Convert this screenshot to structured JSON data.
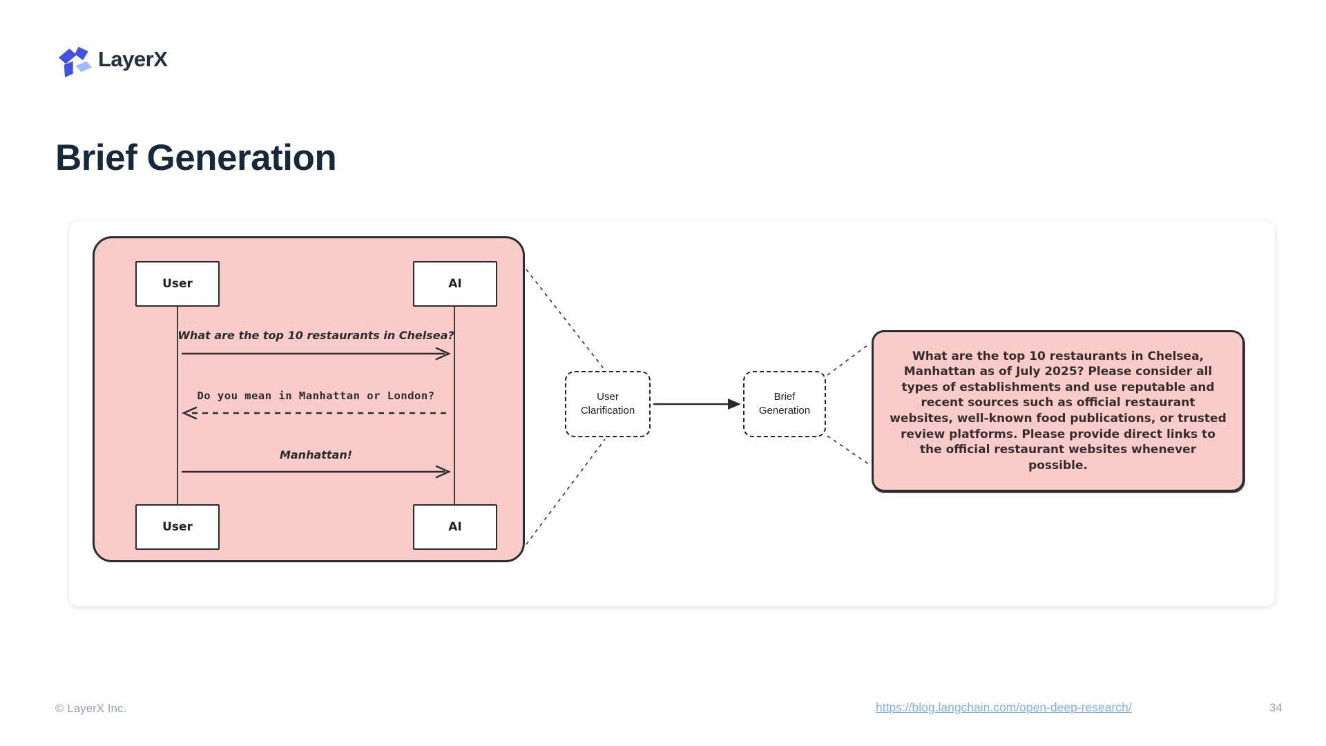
{
  "header": {
    "logo_text": "LayerX"
  },
  "slide": {
    "title": "Brief Generation"
  },
  "sequence_diagram": {
    "top_actors": [
      "User",
      "AI"
    ],
    "bottom_actors": [
      "User",
      "AI"
    ],
    "messages": [
      {
        "text": "What are the top 10 restaurants in Chelsea?",
        "direction": "right",
        "style": "solid"
      },
      {
        "text": "Do you mean in Manhattan or London?",
        "direction": "left",
        "style": "dashed"
      },
      {
        "text": "Manhattan!",
        "direction": "right",
        "style": "solid"
      }
    ]
  },
  "flow": {
    "node1": "User Clarification",
    "node2": "Brief Generation"
  },
  "brief_box": {
    "text": "What are the top 10 restaurants in Chelsea, Manhattan as of July 2025? Please consider all types of establishments and use reputable and recent sources such as official restaurant websites, well-known food publications, or trusted review platforms. Please provide direct links to the official restaurant websites whenever possible."
  },
  "footer": {
    "copyright": "© LayerX Inc.",
    "link": "https://blog.langchain.com/open-deep-research/",
    "page_number": "34"
  },
  "colors": {
    "pink_fill": "#F9CBCB",
    "dark_border": "#2B2B2B",
    "title_navy": "#16293B",
    "logo_dark_blue": "#4452E0",
    "logo_light_blue": "#9FBCF8",
    "link_blue": "#7EB0E8",
    "footer_gray": "#97A1AD"
  }
}
